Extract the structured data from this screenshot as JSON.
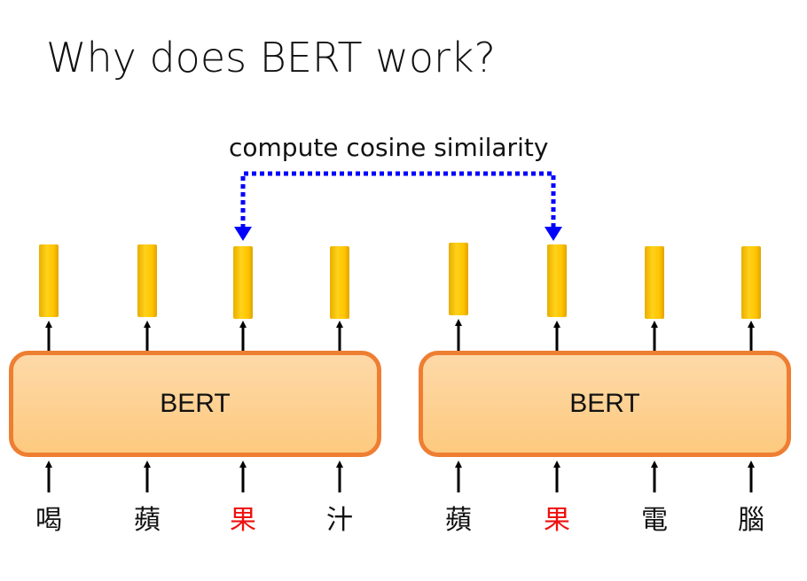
{
  "title": "Why does BERT work?",
  "annotation": "compute cosine similarity",
  "models": [
    {
      "label": "BERT",
      "tokens": [
        "喝",
        "蘋",
        "果",
        "汁"
      ],
      "highlight_index": 2
    },
    {
      "label": "BERT",
      "tokens": [
        "蘋",
        "果",
        "電",
        "腦"
      ],
      "highlight_index": 1
    }
  ],
  "colors": {
    "box_border": "#ee7e32",
    "box_fill": "#fdd9a8",
    "vector": "#ffc400",
    "highlight_token": "#ee1111",
    "compare_arrow": "#0000ff"
  }
}
